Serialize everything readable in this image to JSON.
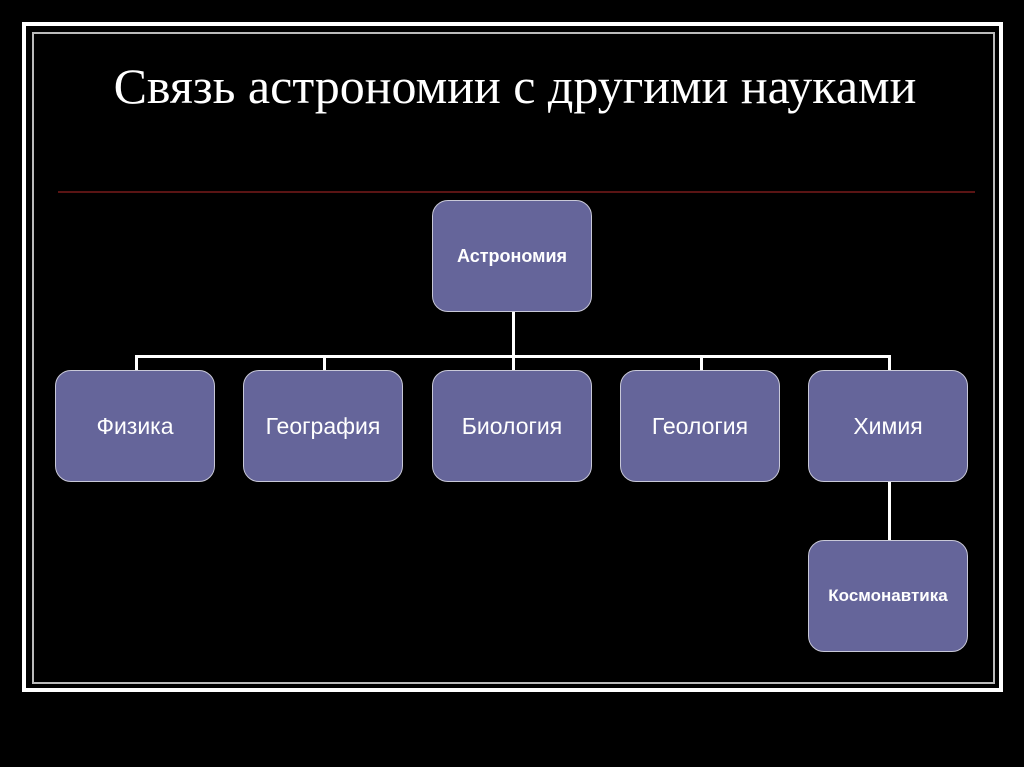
{
  "slide": {
    "title": "Связь астрономии с другими науками",
    "diagram": {
      "root": "Астрономия",
      "children": [
        "Физика",
        "География",
        "Биология",
        "Геология",
        "Химия"
      ],
      "sub_child": {
        "parent": "Химия",
        "label": "Космонавтика"
      }
    },
    "colors": {
      "box_fill": "#65659a",
      "background": "#000000",
      "rule": "#5a1414"
    }
  }
}
